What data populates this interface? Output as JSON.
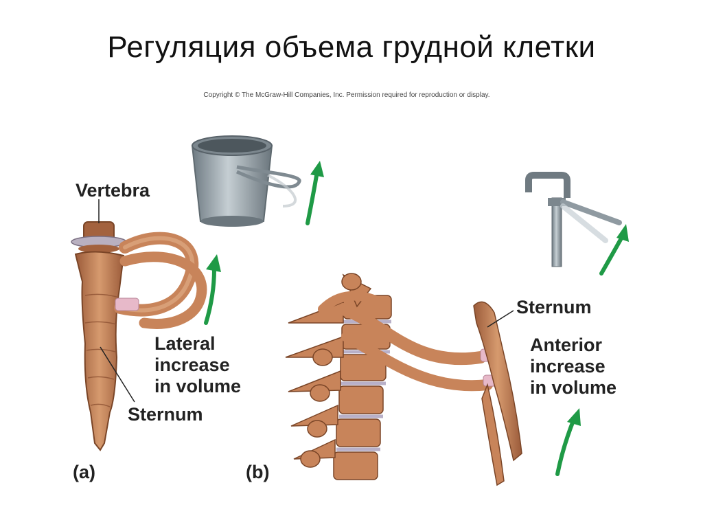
{
  "title": "Регуляция объема грудной клетки",
  "copyright": "Copyright © The McGraw-Hill Companies, Inc. Permission required for reproduction or display.",
  "panel_a": {
    "label": "(a)",
    "vertebra_label": "Vertebra",
    "volume_label": [
      "Lateral",
      "increase",
      "in volume"
    ],
    "sternum_label": "Sternum"
  },
  "panel_b": {
    "label": "(b)",
    "sternum_label": "Sternum",
    "volume_label": [
      "Anterior",
      "increase",
      "in volume"
    ]
  },
  "colors": {
    "bone": "#c8845a",
    "bone_dark": "#8e5233",
    "cartilage": "#e7b9c9",
    "arrow": "#1f9a46",
    "metal": "#8f9aa1"
  },
  "icons": [
    "bucket-handle-icon",
    "pump-handle-icon"
  ]
}
